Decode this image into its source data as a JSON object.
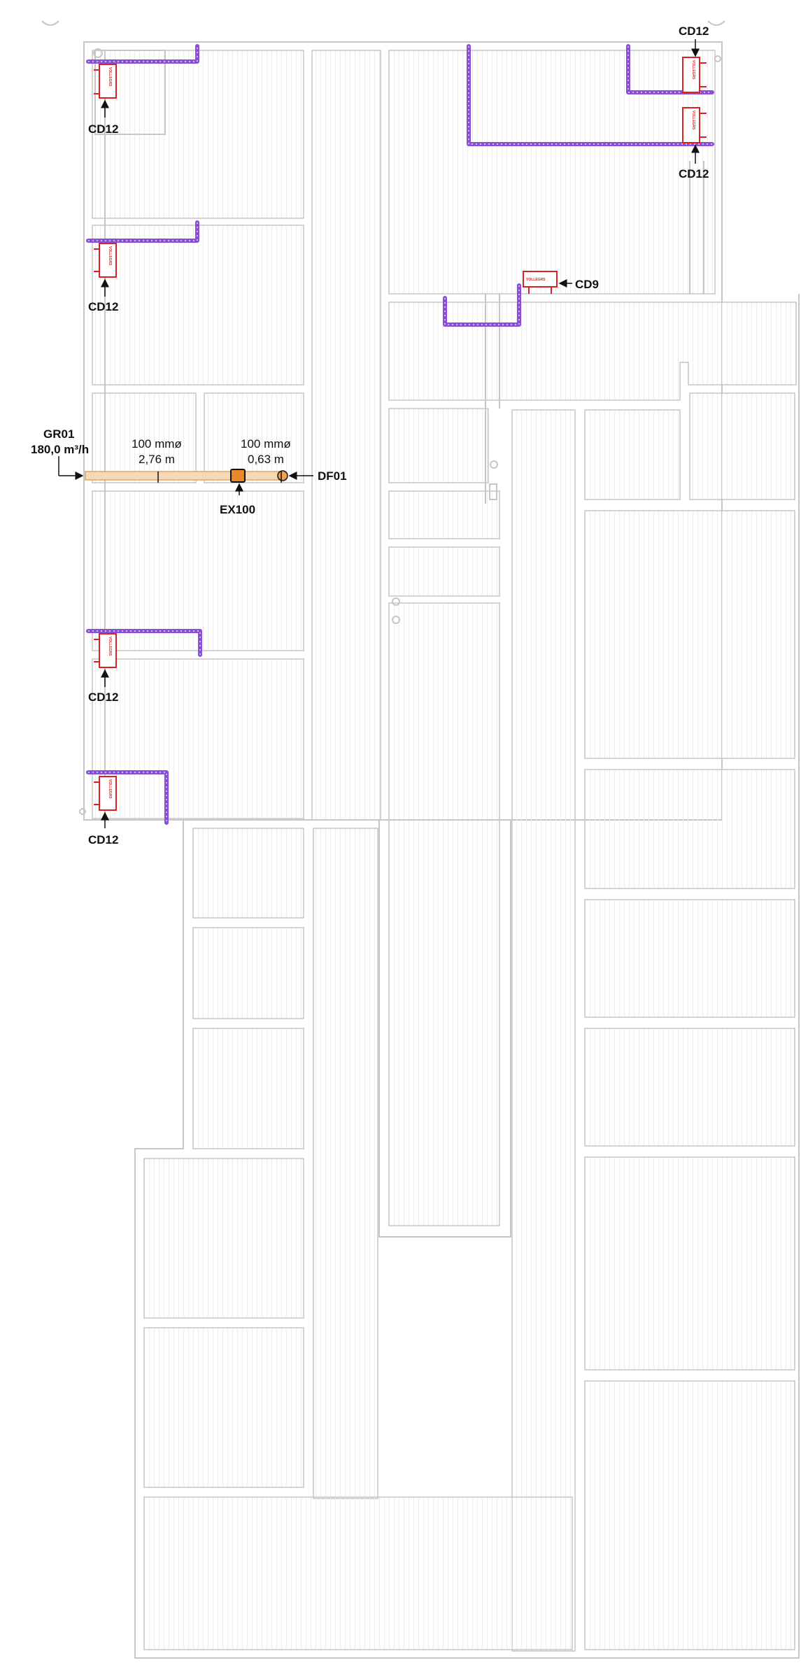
{
  "labels": {
    "cd12_top_left": "CD12",
    "cd12_left_2": "CD12",
    "cd12_left_3": "CD12",
    "cd12_left_4": "CD12",
    "cd12_top_right_a": "CD12",
    "cd12_top_right_b": "CD12",
    "cd9": "CD9",
    "gr01_name": "GR01",
    "gr01_flow": "180,0 m³/h",
    "duct_1_size": "100 mmø",
    "duct_1_length": "2,76 m",
    "duct_2_size": "100 mmø",
    "duct_2_length": "0,63 m",
    "df01": "DF01",
    "ex100": "EX100"
  },
  "unit_text": "VOLLEGRS",
  "colors": {
    "walls": "#c6c6c6",
    "pipe": "#8a4fd9",
    "unit": "#e02020",
    "duct": "#f7d9b8"
  }
}
